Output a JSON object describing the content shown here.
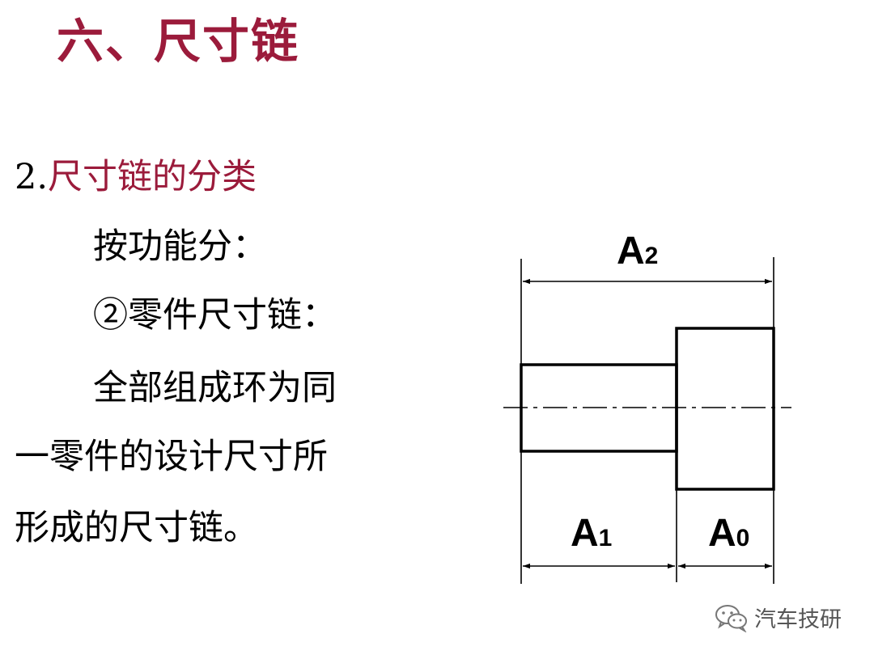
{
  "title": "六、尺寸链",
  "section": {
    "number": "2.",
    "heading": "尺寸链的分类"
  },
  "lines": [
    "按功能分：",
    "②零件尺寸链：",
    "全部组成环为同",
    "一零件的设计尺寸所",
    "形成的尺寸链。"
  ],
  "diagram": {
    "labels": {
      "a2": {
        "letter": "A",
        "sub": "2"
      },
      "a1": {
        "letter": "A",
        "sub": "1"
      },
      "a0": {
        "letter": "A",
        "sub": "0"
      }
    }
  },
  "watermark": {
    "text": "汽车技研",
    "icon": "wechat-icon"
  },
  "colors": {
    "accent": "#9b1b3b",
    "text": "#000000"
  }
}
